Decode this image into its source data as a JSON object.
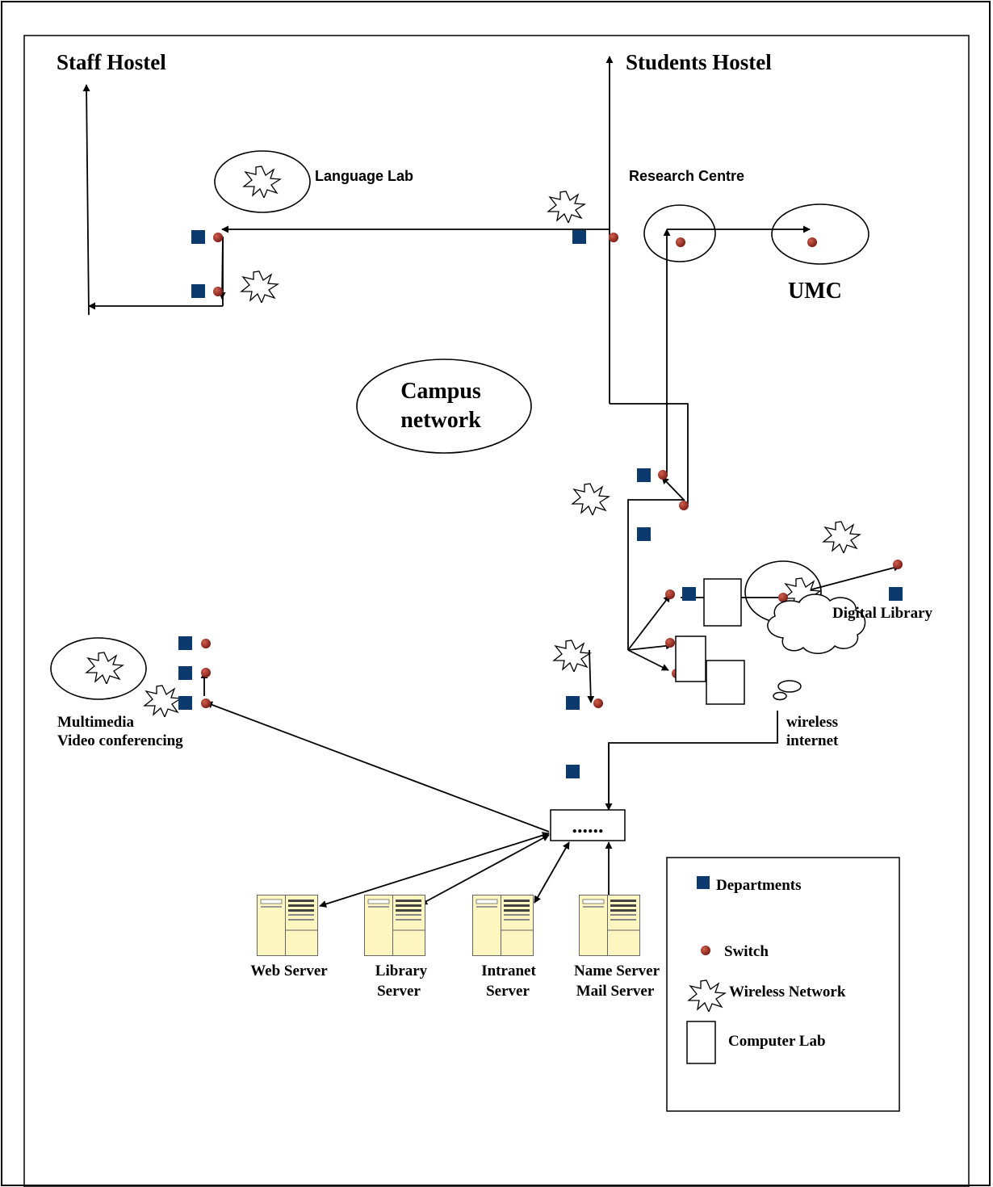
{
  "labels": {
    "staff_hostel": "Staff Hostel",
    "students_hostel": "Students Hostel",
    "language_lab": "Language Lab",
    "research_centre": "Research Centre",
    "umc": "UMC",
    "campus_network_line1": "Campus",
    "campus_network_line2": "network",
    "digital_library": "Digital Library",
    "wireless_internet_line1": "wireless",
    "wireless_internet_line2": "internet",
    "multimedia_line1": "Multimedia",
    "multimedia_line2": "Video conferencing",
    "hub_ports": "......"
  },
  "servers": [
    {
      "line1": "Web Server",
      "line2": ""
    },
    {
      "line1": "Library",
      "line2": "Server"
    },
    {
      "line1": "Intranet",
      "line2": "Server"
    },
    {
      "line1": "Name Server",
      "line2": "Mail Server"
    }
  ],
  "legend": {
    "departments": "Departments",
    "switch": "Switch",
    "wireless_network": "Wireless Network",
    "computer_lab": "Computer Lab"
  },
  "colors": {
    "department": "#0d3a6e",
    "switch": "#9b2a22",
    "server_fill": "#fdf6c0",
    "line": "#000000"
  }
}
